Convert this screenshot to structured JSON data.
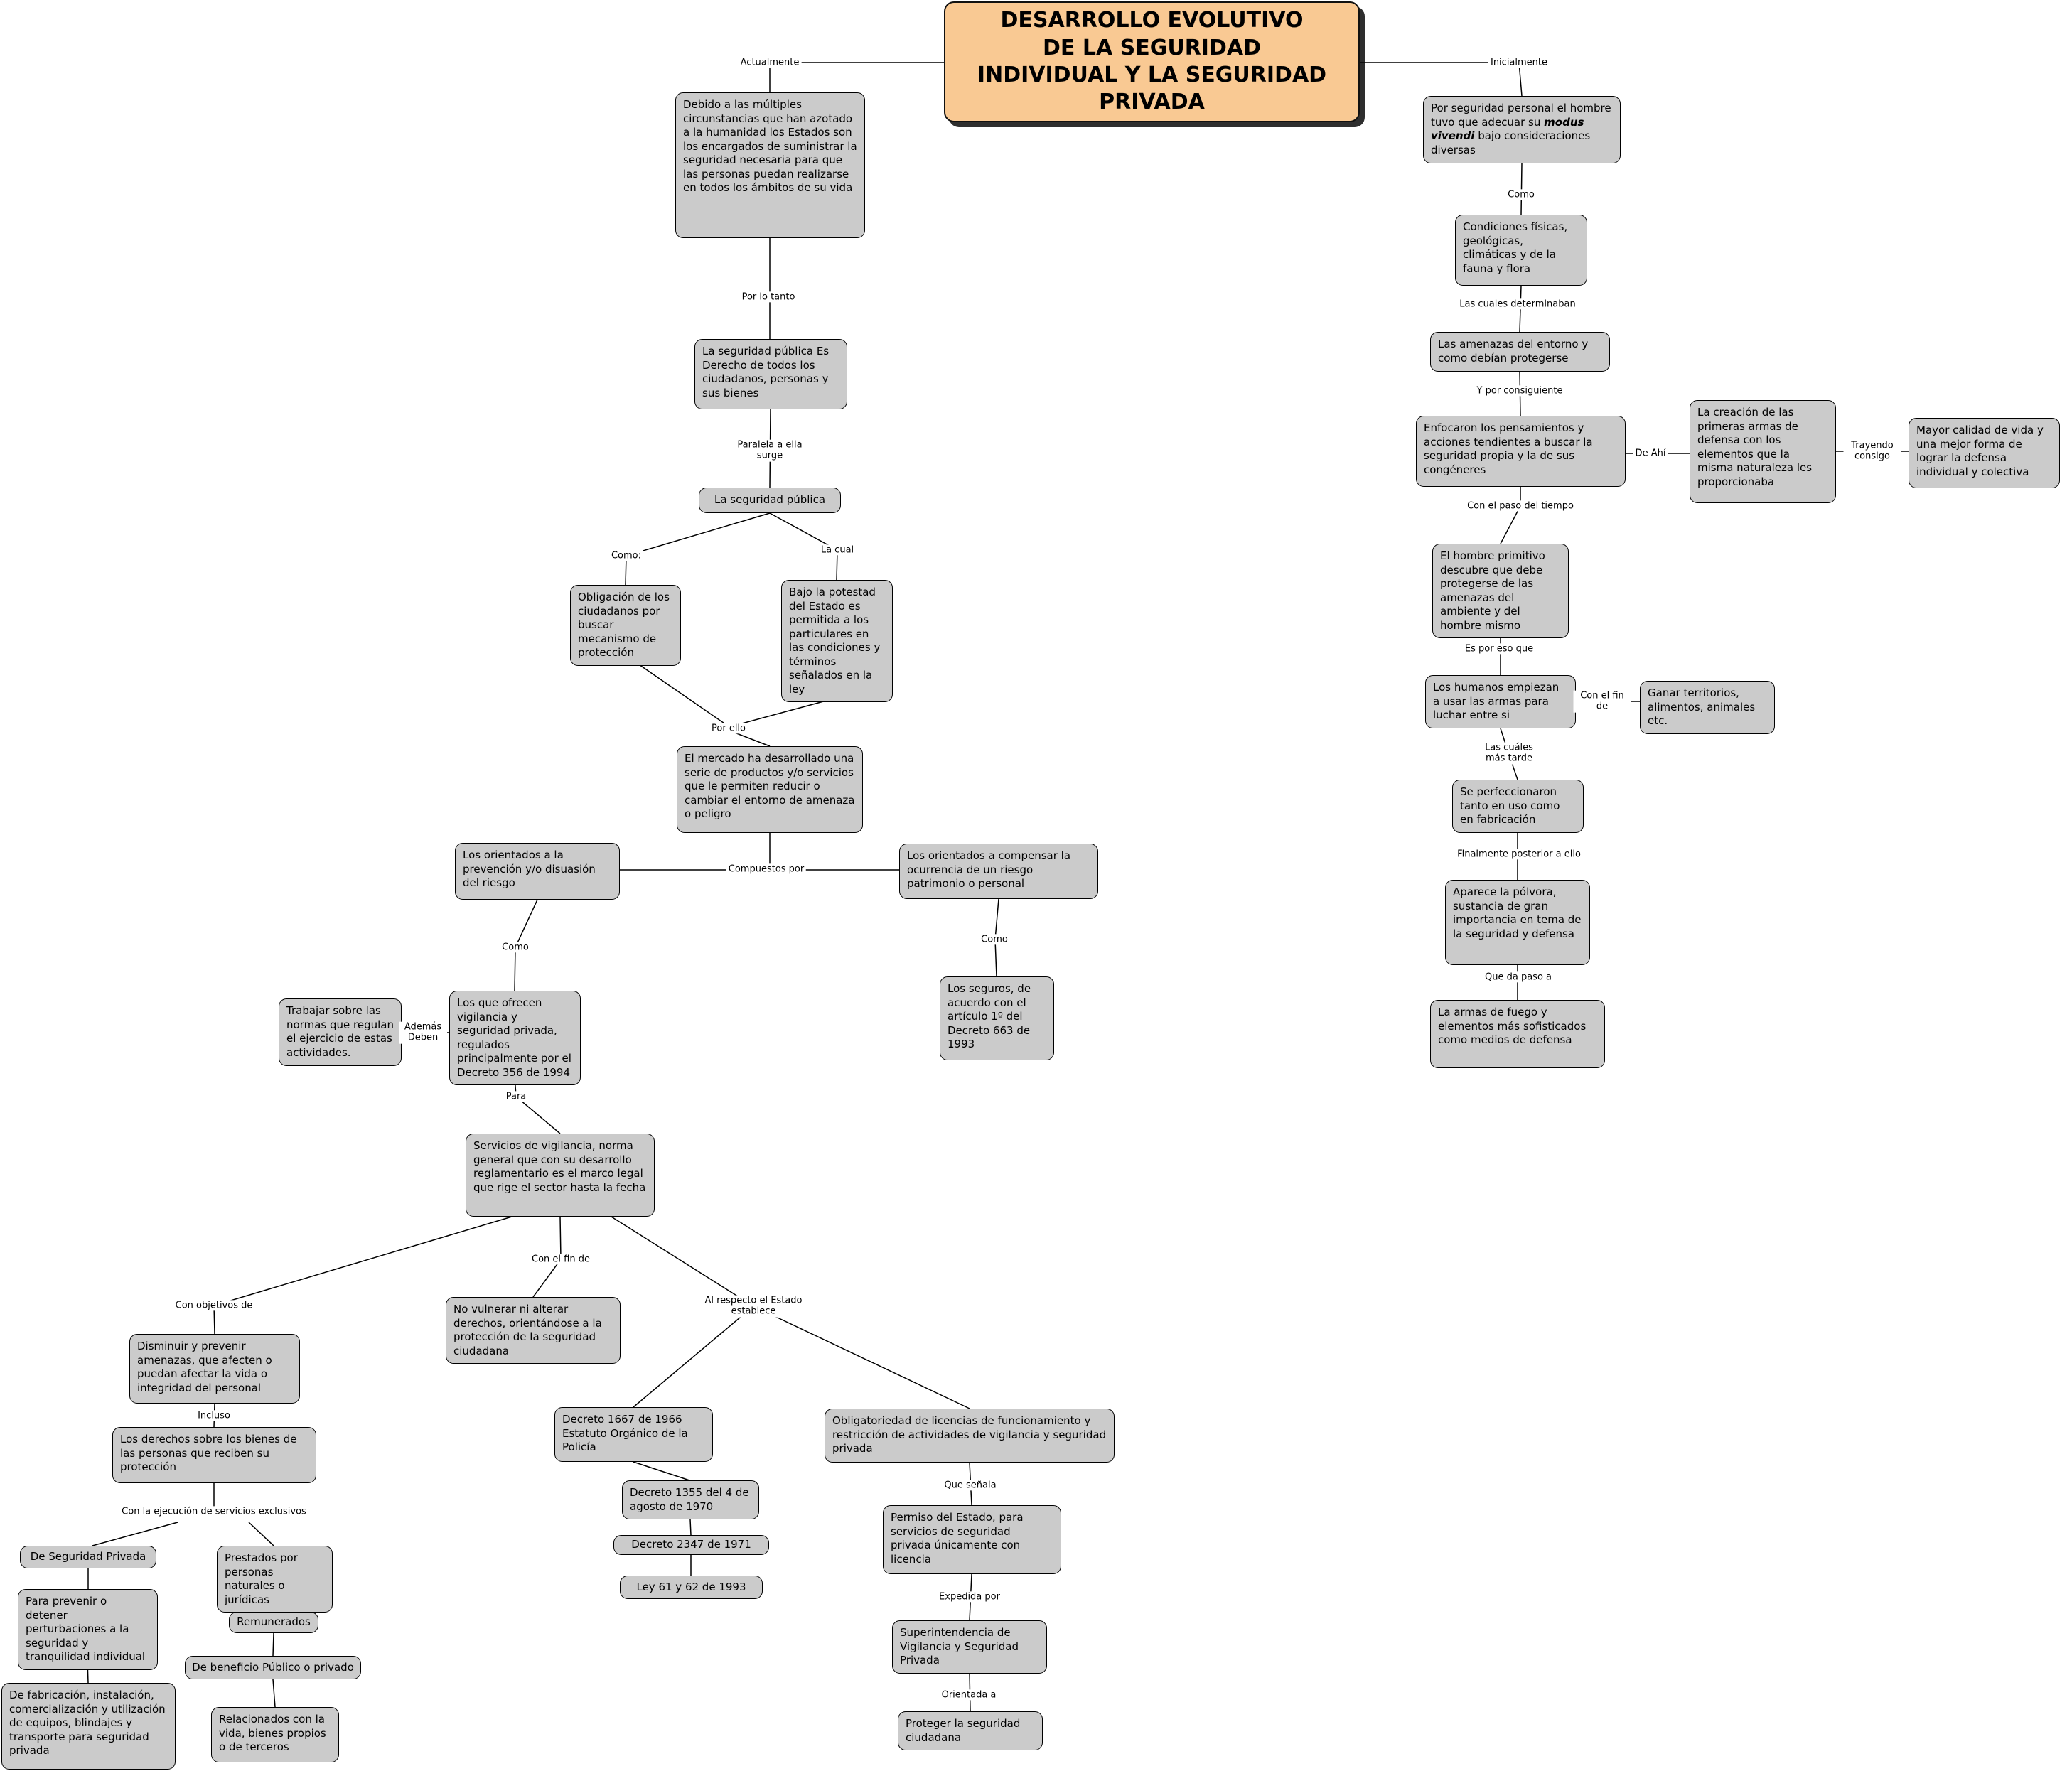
{
  "title": {
    "lines": [
      "DESARROLLO EVOLUTIVO",
      "DE LA SEGURIDAD",
      "INDIVIDUAL Y LA SEGURIDAD",
      "PRIVADA"
    ]
  },
  "colors": {
    "title_fill": "#f9c993",
    "node_fill": "#cbcbcb",
    "node_border": "#000000",
    "line_color": "#000000"
  },
  "nodes": {
    "a1": {
      "text": "Debido a las múltiples circunstancias que han azotado a la humanidad los Estados son los encargados de suministrar la seguridad necesaria para que las personas puedan  realizarse en todos los ámbitos de su vida"
    },
    "a2": {
      "text": "La seguridad pública Es Derecho de todos los ciudadanos, personas y sus bienes"
    },
    "a3": {
      "text": "La seguridad pública"
    },
    "a4": {
      "text": "Obligación de los ciudadanos por buscar mecanismo de protección"
    },
    "a5": {
      "text": "Bajo la potestad del Estado es permitida a los particulares en las condiciones y términos señalados en la ley"
    },
    "a6": {
      "text": "El mercado ha desarrollado una serie de productos y/o servicios que le permiten reducir o cambiar el entorno de amenaza o peligro"
    },
    "b1": {
      "text": "Los orientados a la prevención y/o disuasión del riesgo"
    },
    "c1": {
      "text": "Los orientados a compensar la ocurrencia de un riesgo patrimonio o personal"
    },
    "t1": {
      "text": "Trabajar sobre las normas que regulan el ejercicio de estas actividades."
    },
    "b2": {
      "text": "Los que ofrecen vigilancia y seguridad privada, regulados principalmente por el Decreto 356 de 1994"
    },
    "c2": {
      "text": "Los seguros, de acuerdo con el artículo 1º del Decreto 663 de 1993"
    },
    "b3": {
      "text": "Servicios de vigilancia, norma general que con su desarrollo reglamentario es el marco legal que rige el sector hasta la fecha"
    },
    "d1": {
      "text": "Disminuir y prevenir amenazas, que afecten o puedan afectar la vida o integridad del personal"
    },
    "d2": {
      "text": "No vulnerar ni alterar derechos, orientándose a la protección de la seguridad ciudadana"
    },
    "d3": {
      "text": "Los derechos sobre los bienes de las personas que reciben su protección"
    },
    "e1": {
      "text": "De Seguridad Privada"
    },
    "e2": {
      "text": "Para prevenir o detener perturbaciones a la seguridad y tranquilidad individual"
    },
    "e3": {
      "text": "De fabricación, instalación, comercialización y utilización de equipos, blindajes y transporte para seguridad privada"
    },
    "f1": {
      "text": "Prestados por personas naturales o jurídicas"
    },
    "f2": {
      "text": "Remunerados"
    },
    "f3": {
      "text": "De beneficio Público o privado"
    },
    "f4": {
      "text": "Relacionados con la vida, bienes propios o de terceros"
    },
    "g1": {
      "text": "Decreto 1667 de 1966 Estatuto Orgánico de la Policía"
    },
    "g2": {
      "text": "Decreto 1355 del 4 de agosto de 1970"
    },
    "g3": {
      "text": "Decreto 2347 de 1971"
    },
    "g4": {
      "text": "Ley 61 y 62 de 1993"
    },
    "h1": {
      "text": "Obligatoriedad de licencias de funcionamiento y restricción de actividades de vigilancia y seguridad privada"
    },
    "h2": {
      "text": "Permiso del Estado, para servicios de seguridad privada únicamente con licencia"
    },
    "h3": {
      "text": "Superintendencia de Vigilancia y Seguridad Privada"
    },
    "h4": {
      "text": "Proteger la seguridad ciudadana"
    },
    "r1": {
      "pre": "Por seguridad personal el hombre tuvo que adecuar su ",
      "em": "modus vivendi",
      "post": "  bajo consideraciones diversas"
    },
    "r2": {
      "text": "Condiciones físicas, geológicas, climáticas y de la fauna y flora"
    },
    "r3": {
      "text": "Las amenazas del entorno y como debían protegerse"
    },
    "r4": {
      "text": "Enfocaron los pensamientos y acciones tendientes a buscar la seguridad propia y la de sus congéneres"
    },
    "r5": {
      "text": "La creación de las primeras armas de defensa con los elementos que la misma naturaleza les proporcionaba"
    },
    "r6": {
      "text": "Mayor calidad de vida y una mejor forma de lograr la defensa individual y colectiva"
    },
    "r7": {
      "text": "El hombre primitivo descubre que debe protegerse de las amenazas del ambiente y del hombre mismo"
    },
    "r8": {
      "text": "Los humanos empiezan a usar las armas para luchar entre si"
    },
    "r9": {
      "text": "Ganar territorios, alimentos, animales etc."
    },
    "r10": {
      "text": "Se perfeccionaron tanto en uso como en fabricación"
    },
    "r11": {
      "text": "Aparece la pólvora, sustancia de gran importancia en tema de la seguridad y defensa"
    },
    "r12": {
      "text": "La armas de fuego y elementos más sofisticados como medios de defensa"
    }
  },
  "labels": {
    "actualmente": {
      "text": "Actualmente"
    },
    "inicialmente": {
      "text": "Inicialmente"
    },
    "por_lo_tanto": {
      "text": "Por lo tanto"
    },
    "paralela": {
      "text": "Paralela a ella surge"
    },
    "como_a": {
      "text": "Como:"
    },
    "la_cual": {
      "text": "La cual"
    },
    "por_ello": {
      "text": "Por ello"
    },
    "compuestos_por": {
      "text": "Compuestos por"
    },
    "como_b": {
      "text": "Como"
    },
    "como_c": {
      "text": "Como"
    },
    "ademas_deben": {
      "text": "Además Deben"
    },
    "para": {
      "text": "Para"
    },
    "con_el_fin_de_b": {
      "text": "Con el fin de"
    },
    "con_objetivos_de": {
      "text": "Con objetivos de"
    },
    "al_respecto": {
      "text": "Al respecto el Estado establece"
    },
    "incluso": {
      "text": "Incluso"
    },
    "con_la_ejecucion": {
      "text": "Con la ejecución de servicios exclusivos"
    },
    "que_senala": {
      "text": "Que señala"
    },
    "expedida_por": {
      "text": "Expedida por"
    },
    "orientada_a": {
      "text": "Orientada a"
    },
    "como_r": {
      "text": "Como"
    },
    "las_cuales_det": {
      "text": "Las cuales determinaban"
    },
    "y_por_consiguiente": {
      "text": "Y por consiguiente"
    },
    "de_ahi": {
      "text": "De Ahí"
    },
    "trayendo_consigo": {
      "text": "Trayendo consigo"
    },
    "con_el_paso": {
      "text": "Con el paso del tiempo"
    },
    "es_por_eso": {
      "text": "Es por eso que"
    },
    "con_el_fin_de_r": {
      "text": "Con el fin de"
    },
    "las_cuales_mas_tarde": {
      "text": "Las cuáles más tarde"
    },
    "finalmente": {
      "text": "Finalmente posterior a ello"
    },
    "que_da_paso": {
      "text": "Que da paso a"
    }
  }
}
